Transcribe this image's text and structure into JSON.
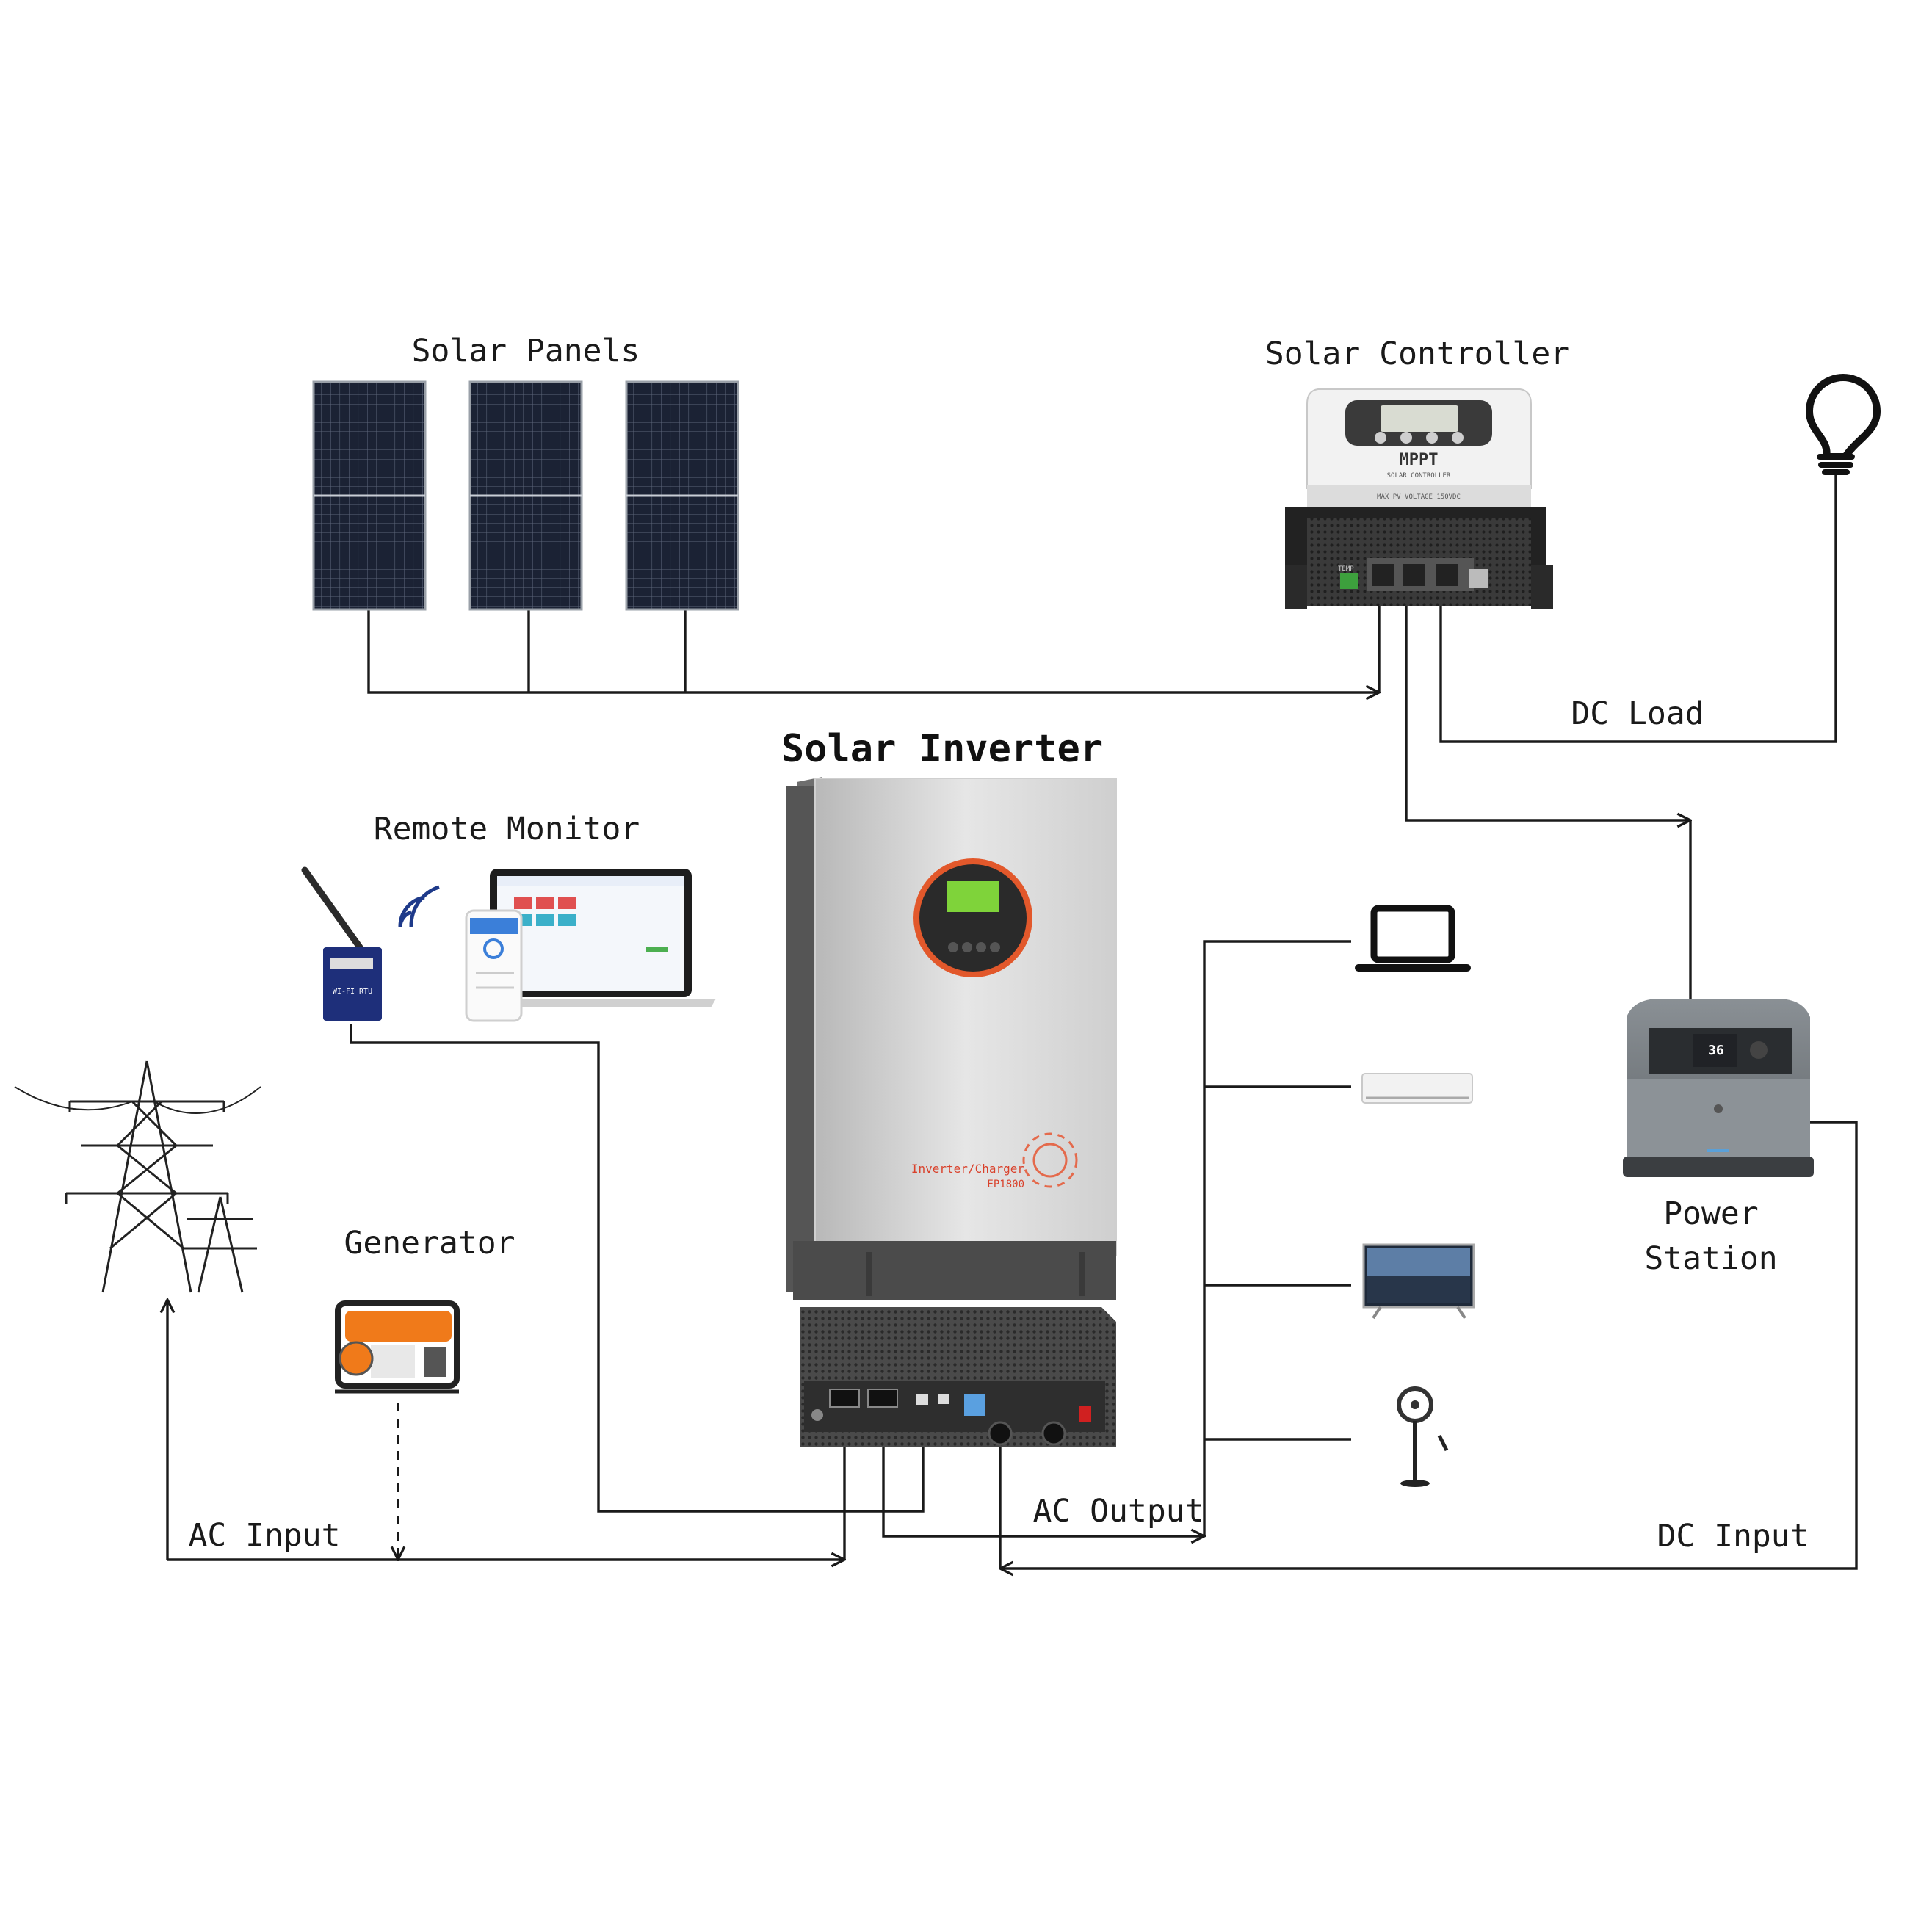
{
  "diagram": {
    "title": "Solar Inverter",
    "labels": {
      "solar_panels": "Solar Panels",
      "solar_controller": "Solar Controller",
      "dc_load": "DC Load",
      "remote_monitor": "Remote Monitor",
      "generator": "Generator",
      "ac_input": "AC Input",
      "ac_output": "AC Output",
      "dc_input": "DC Input",
      "power_station_line1": "Power",
      "power_station_line2": "Station"
    },
    "device_text": {
      "controller_brand": "MPPT",
      "controller_sub": "SOLAR CONTROLLER",
      "controller_maxpv": "MAX PV VOLTAGE 150VDC",
      "controller_temp": "TEMP",
      "rtu_label": "WI-FI RTU",
      "inverter_product": "Inverter/Charger",
      "inverter_model": "EP1800",
      "power_station_display": "36"
    },
    "colors": {
      "inverter_accent": "#e2582b",
      "lcd_green": "#7fd33a",
      "generator_orange": "#f07a1a",
      "line": "#1a1a1a"
    },
    "icons": [
      "solar-panel-icon",
      "charge-controller-icon",
      "light-bulb-icon",
      "inverter-icon",
      "wifi-rtu-icon",
      "laptop-icon",
      "phone-icon",
      "power-tower-icon",
      "generator-icon",
      "air-conditioner-icon",
      "television-icon",
      "stand-fan-icon",
      "power-station-icon"
    ]
  }
}
